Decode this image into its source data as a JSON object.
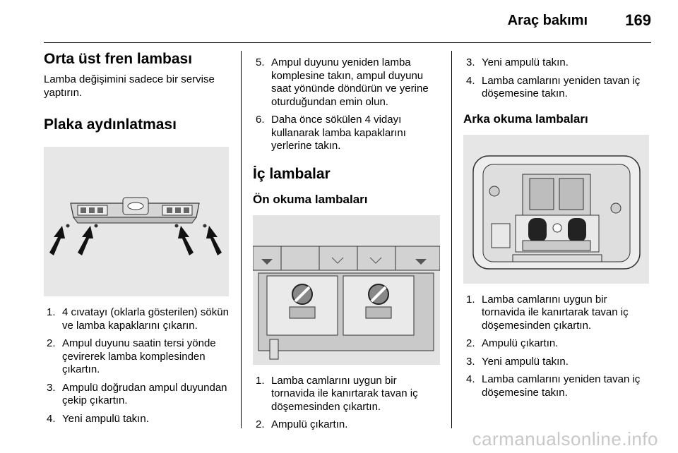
{
  "header": {
    "title": "Araç bakımı",
    "page_number": "169"
  },
  "col1": {
    "heading1": "Orta üst fren lambası",
    "para1": "Lamba değişimini sadece bir servise yaptırın.",
    "heading2": "Plaka aydınlatması",
    "steps": [
      {
        "num": "1.",
        "text": "4 cıvatayı (oklarla gösterilen) sökün ve lamba kapaklarını çıkarın."
      },
      {
        "num": "2.",
        "text": "Ampul duyunu saatin tersi yönde çevirerek lamba komplesinden çıkartın."
      },
      {
        "num": "3.",
        "text": "Ampulü doğrudan ampul duyundan çekip çıkartın."
      },
      {
        "num": "4.",
        "text": "Yeni ampulü takın."
      }
    ]
  },
  "col2": {
    "steps_cont": [
      {
        "num": "5.",
        "text": "Ampul duyunu yeniden lamba komplesine takın, ampul duyunu saat yönünde döndürün ve yerine oturduğundan emin olun."
      },
      {
        "num": "6.",
        "text": "Daha önce sökülen 4 vidayı kullanarak lamba kapaklarını yerlerine takın."
      }
    ],
    "heading": "İç lambalar",
    "subheading": "Ön okuma lambaları",
    "steps": [
      {
        "num": "1.",
        "text": "Lamba camlarını uygun bir tornavida ile kanırtarak tavan iç döşemesinden çıkartın."
      },
      {
        "num": "2.",
        "text": "Ampulü çıkartın."
      }
    ]
  },
  "col3": {
    "steps_cont": [
      {
        "num": "3.",
        "text": "Yeni ampulü takın."
      },
      {
        "num": "4.",
        "text": "Lamba camlarını yeniden tavan iç döşemesine takın."
      }
    ],
    "subheading": "Arka okuma lambaları",
    "steps": [
      {
        "num": "1.",
        "text": "Lamba camlarını uygun bir tornavida ile kanırtarak tavan iç döşemesinden çıkartın."
      },
      {
        "num": "2.",
        "text": "Ampulü çıkartın."
      },
      {
        "num": "3.",
        "text": "Yeni ampulü takın."
      },
      {
        "num": "4.",
        "text": "Lamba camlarını yeniden tavan iç döşemesine takın."
      }
    ]
  },
  "watermark": "carmanualsonline.info"
}
